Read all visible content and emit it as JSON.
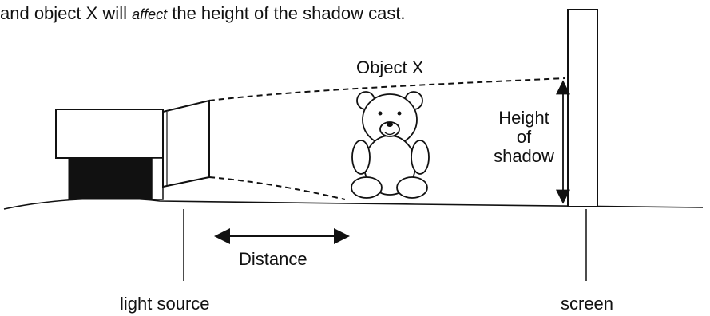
{
  "caption": {
    "text_main": "and object X will ",
    "text_emph": "affect",
    "text_tail": " the height of the shadow cast."
  },
  "labels": {
    "object": "Object X",
    "height_1": "Height",
    "height_2": "of",
    "height_3": "shadow",
    "distance": "Distance",
    "light_source": "light source",
    "screen": "screen"
  }
}
